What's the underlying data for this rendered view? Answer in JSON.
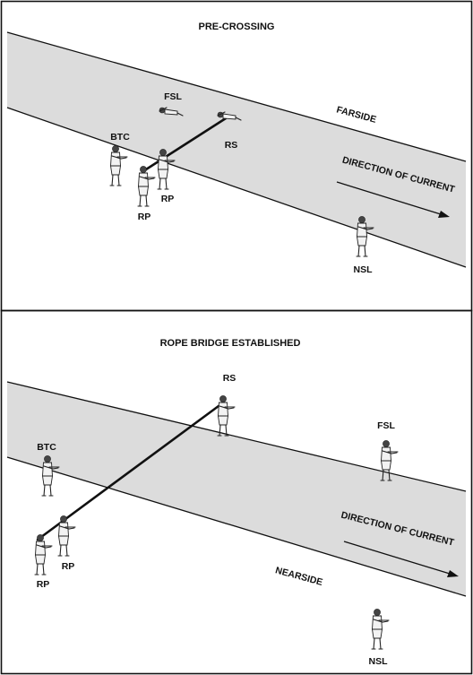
{
  "panels": [
    {
      "title": "PRE-CROSSING",
      "labels": {
        "fsl": "FSL",
        "btc": "BTC",
        "rs": "RS",
        "rp_a": "RP",
        "rp_b": "RP",
        "farside": "FARSIDE",
        "current": "DIRECTION OF CURRENT",
        "nsl": "NSL"
      }
    },
    {
      "title": "ROPE BRIDGE ESTABLISHED",
      "labels": {
        "rs": "RS",
        "fsl": "FSL",
        "btc": "BTC",
        "current": "DIRECTION OF CURRENT",
        "rp_a": "RP",
        "rp_b": "RP",
        "nearside": "NEARSIDE",
        "nsl": "NSL"
      }
    }
  ],
  "colors": {
    "river": "#dcdcdc",
    "ink": "#111111"
  }
}
